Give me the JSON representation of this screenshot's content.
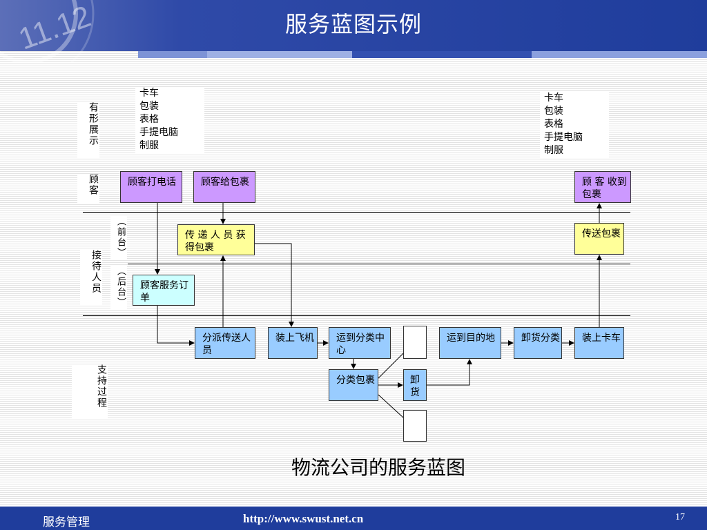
{
  "slide": {
    "title": "服务蓝图示例",
    "caption": "物流公司的服务蓝图",
    "footer_left": "服务管理",
    "footer_url": "http://www.swust.net.cn",
    "page_number": "17",
    "logo_text": "11.12"
  },
  "lanes": {
    "physical_evidence": "有形展示",
    "customer": "顾客",
    "contact_staff": "接待人员",
    "frontstage": "（前台）",
    "backstage": "（后台）",
    "support": "支持过程"
  },
  "evidence_left": [
    "卡车",
    "包装",
    "表格",
    "手提电脑",
    "制服"
  ],
  "evidence_right": [
    "卡车",
    "包装",
    "表格",
    "手提电脑",
    "制服"
  ],
  "boxes": {
    "call": "顾客打电话",
    "give": "顾客给包裹",
    "receive": "顾 客 收到包裹",
    "pickup": "传 递 人 员 获得包裹",
    "deliver": "传送包裹",
    "order": "顾客服务订单",
    "dispatch": "分派传送人员",
    "load_plane": "装上飞机",
    "to_hub": "运到分类中心",
    "sort": "分类包裹",
    "unload": "卸货",
    "to_dest": "运到目的地",
    "unload_sort": "卸货分类",
    "load_truck": "装上卡车",
    "blank_top": "",
    "blank_bottom": ""
  },
  "colors": {
    "header": "#1f3d9c",
    "customer_box": "#cc99ff",
    "frontstage_box": "#ffff99",
    "backstage_box": "#ccffff",
    "support_box": "#99ccff"
  }
}
